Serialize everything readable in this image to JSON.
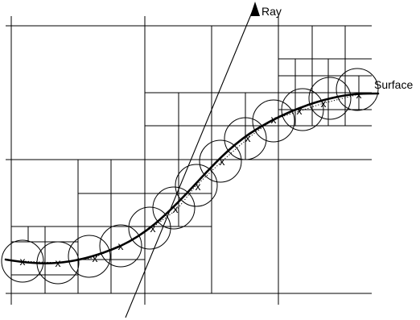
{
  "labels": {
    "ray": "Ray",
    "surface": "Surface"
  },
  "marker_symbol": "x"
}
